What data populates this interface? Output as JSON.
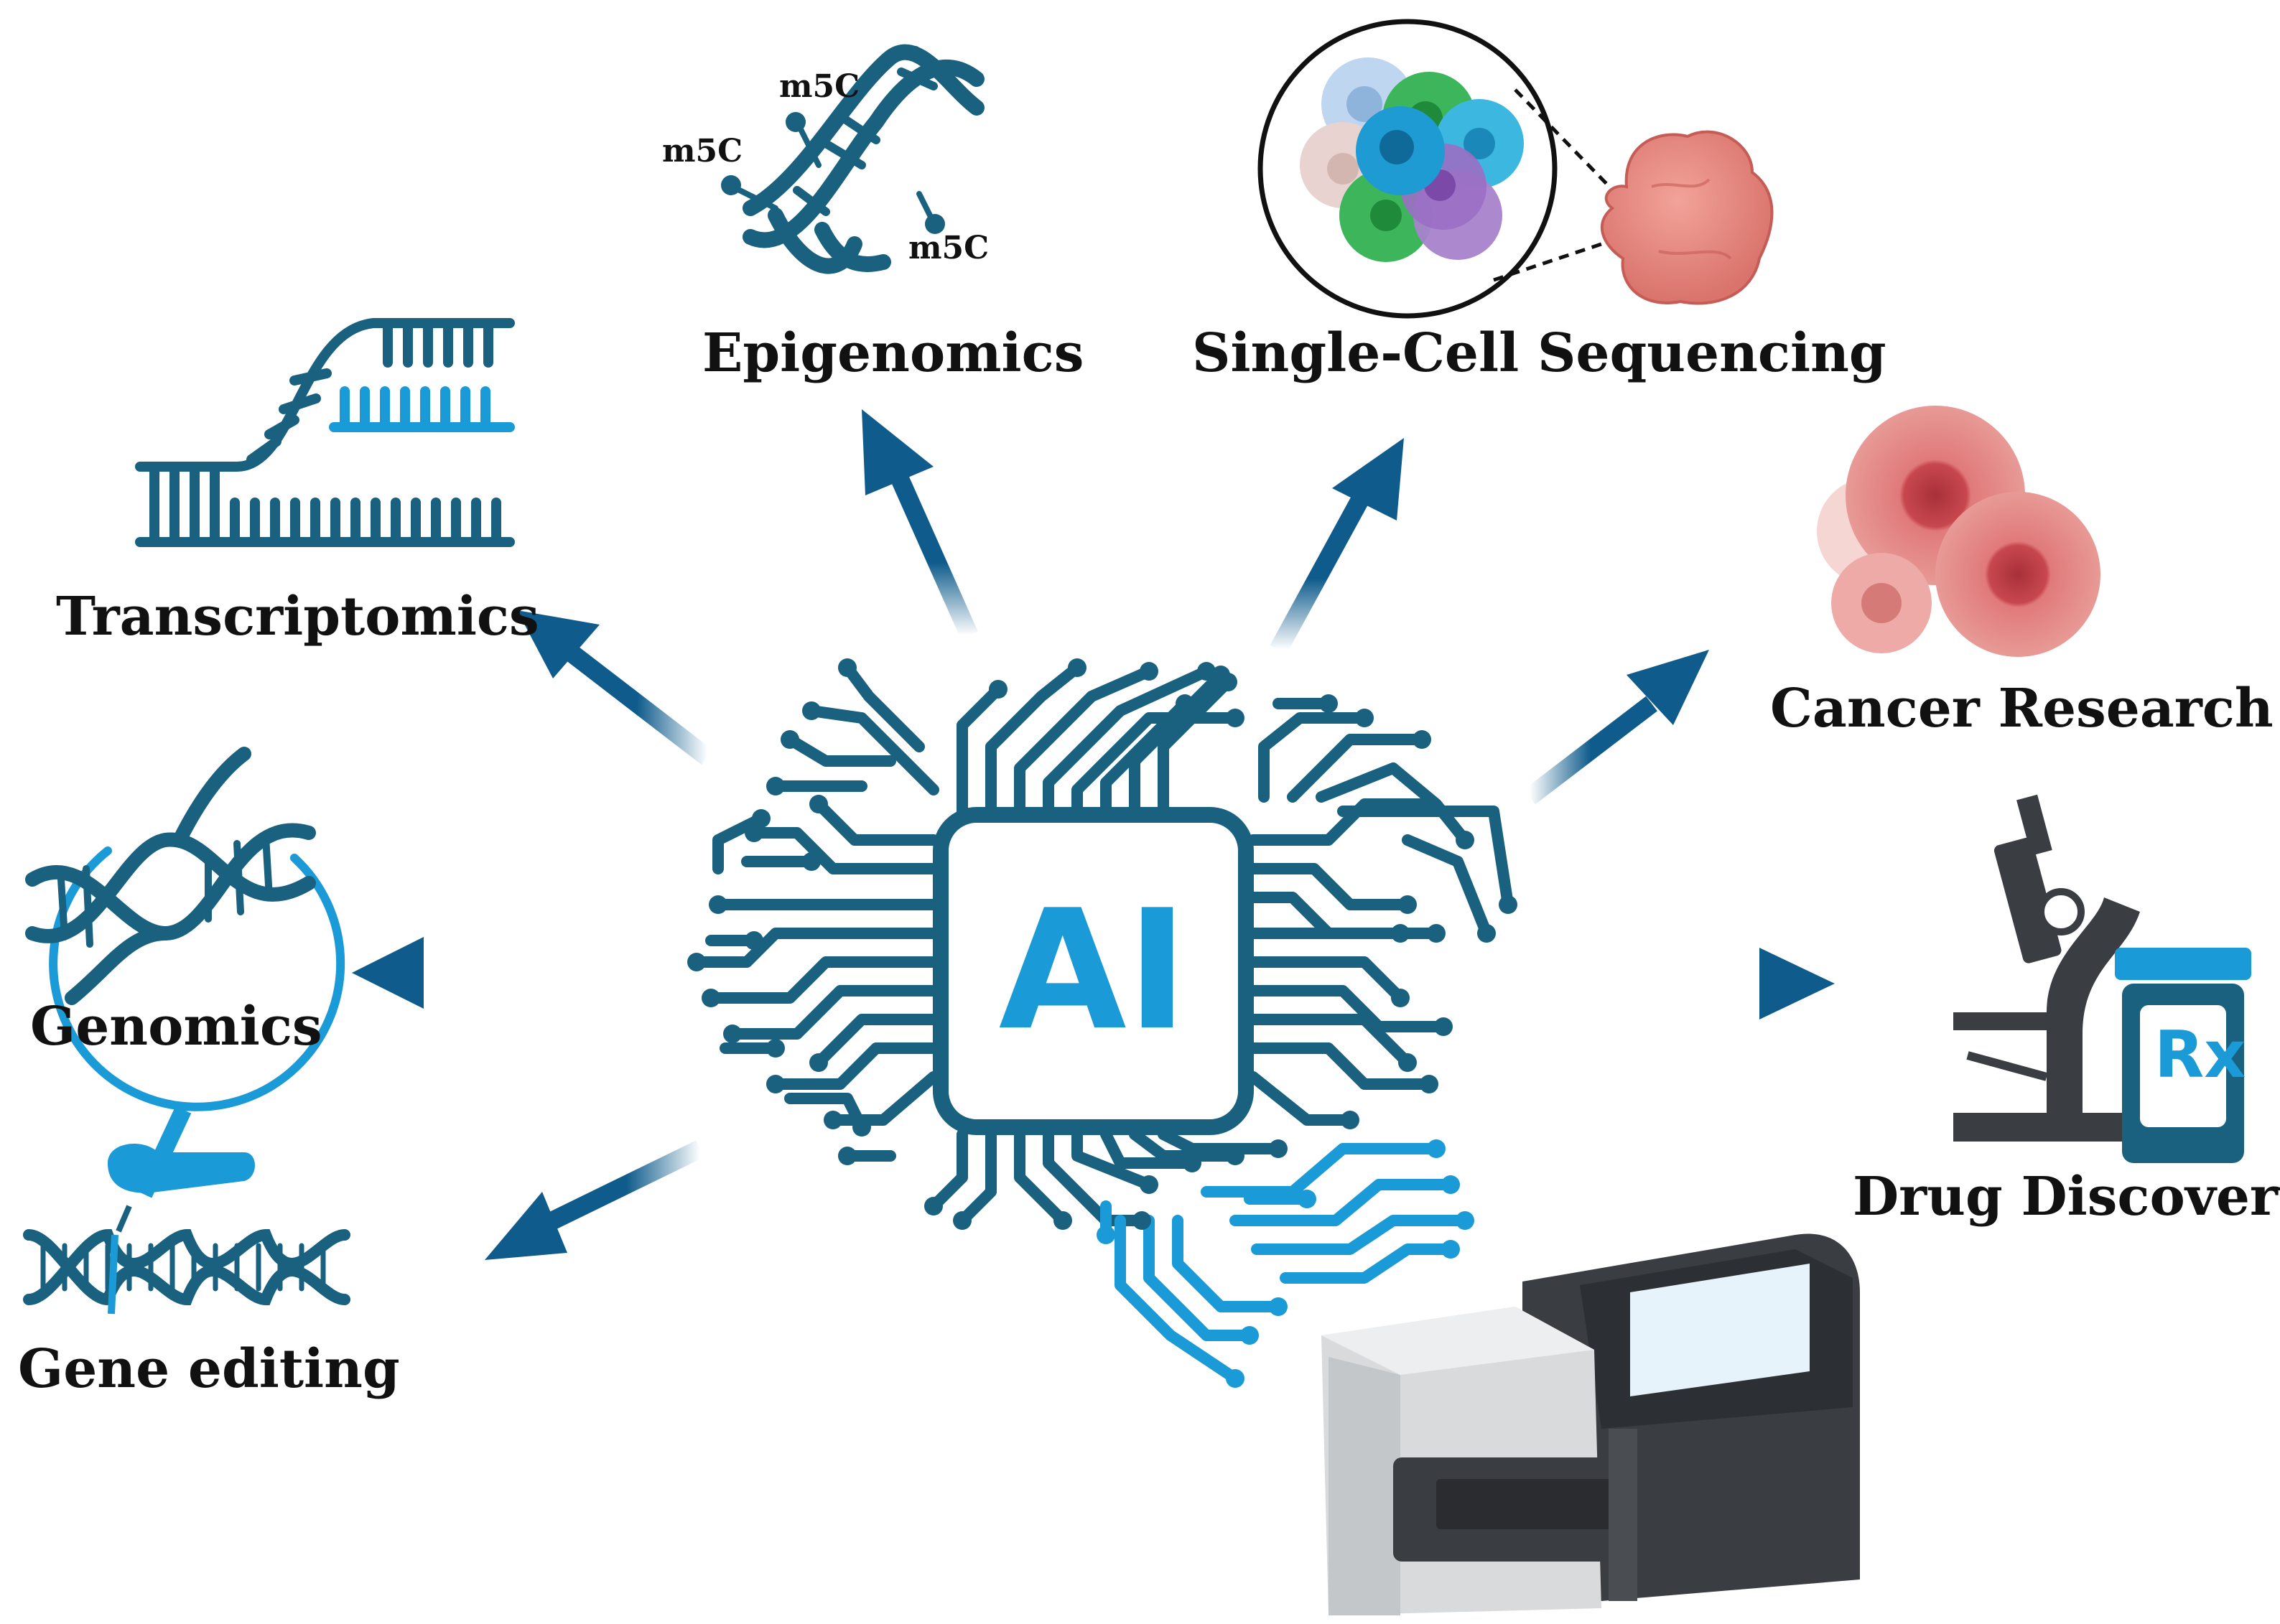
{
  "center": {
    "label": "AI"
  },
  "topics": {
    "transcriptomics": "Transcriptomics",
    "epigenomics": "Epigenomics",
    "single_cell": "Single-Cell Sequencing",
    "cancer": "Cancer Research",
    "genomics": "Genomics",
    "gene_editing": "Gene editing",
    "drug_discovery": "Drug Discovery"
  },
  "epigenomics_marks": [
    "m5C",
    "m5C",
    "m5C"
  ],
  "drug_bottle_label": "Rx",
  "colors": {
    "dark_teal": "#19617f",
    "light_blue": "#1a9ad6",
    "arrow_blue": "#0f5c8c",
    "cell_red": "#d65a5a",
    "machine_dark": "#3a3d42",
    "machine_light": "#d8dadc"
  },
  "icons": [
    "dna-icon",
    "rna-icon",
    "cell-cluster-icon",
    "tumor-icon",
    "cancer-cell-icon",
    "microscope-icon",
    "pill-bottle-icon",
    "pen-icon",
    "sequencer-icon",
    "circuit-brain-icon"
  ]
}
